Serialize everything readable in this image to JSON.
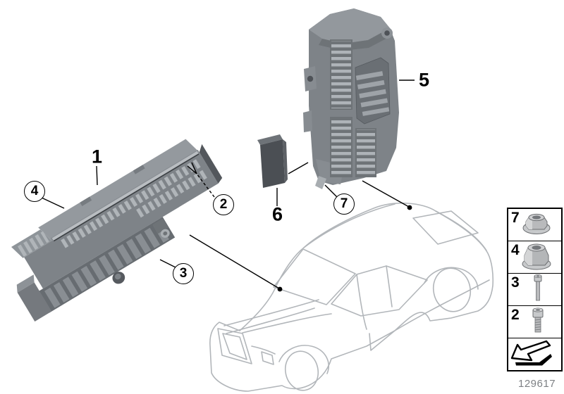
{
  "callouts": {
    "item1": "1",
    "item2": "2",
    "item3": "3",
    "item4": "4",
    "item5": "5",
    "item6": "6",
    "item7": "7"
  },
  "legend": {
    "rows": [
      {
        "label": "7",
        "icon": "flange-nut-icon"
      },
      {
        "label": "4",
        "icon": "lock-nut-icon"
      },
      {
        "label": "3",
        "icon": "long-socket-screw-icon"
      },
      {
        "label": "2",
        "icon": "short-socket-screw-icon"
      }
    ],
    "direction_icon": "direction-arrow-icon"
  },
  "footer": {
    "drawing_number": "129617"
  },
  "colors": {
    "unit_gray": "#7e8388",
    "unit_gray_light": "#94999e",
    "unit_gray_dark": "#5c6166",
    "slat_light": "#b0b5b9",
    "relay_dark": "#4b4f54",
    "car_outline": "#b2b6ba",
    "line_black": "#000000"
  }
}
